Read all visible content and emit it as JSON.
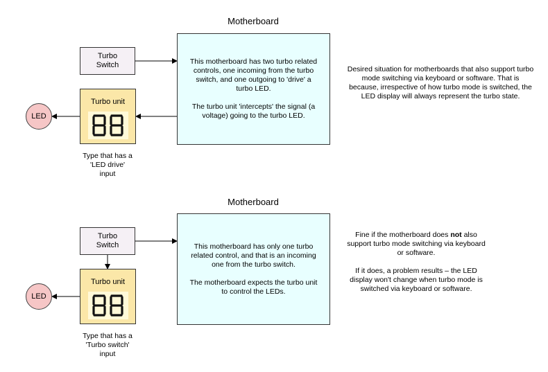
{
  "diagrams": [
    {
      "title": "Motherboard",
      "switch_label_1": "Turbo",
      "switch_label_2": "Switch",
      "unit_label": "Turbo unit",
      "led_label": "LED",
      "mb_text_1": "This motherboard has two turbo related controls, one incoming from the turbo switch, and one outgoing to 'drive' a turbo LED.",
      "mb_text_2": "The turbo unit 'intercepts' the signal (a voltage) going to the turbo LED.",
      "caption_1": "Type that has a",
      "caption_2": "'LED drive'",
      "caption_3": "input",
      "note_1": "Desired situation for motherboards that also support turbo mode switching via keyboard or software. That is because, irrespective of how turbo mode is switched, the LED display will always represent the turbo state."
    },
    {
      "title": "Motherboard",
      "switch_label_1": "Turbo",
      "switch_label_2": "Switch",
      "unit_label": "Turbo unit",
      "led_label": "LED",
      "mb_text_1": "This motherboard has only one turbo related control, and that is an incoming one from the turbo switch.",
      "mb_text_2": "The motherboard expects the turbo unit to control the LEDs.",
      "caption_1": "Type that has a",
      "caption_2": "'Turbo switch'",
      "caption_3": "input",
      "note_1a": "Fine if the motherboard does ",
      "note_1b": "not",
      "note_1c": " also support turbo mode switching via keyboard or software.",
      "note_2": "If it does, a problem results – the LED display won't change when turbo mode is switched via keyboard or software."
    }
  ],
  "colors": {
    "motherboard_fill": "#e8ffff",
    "switch_fill": "#f5f0f5",
    "unit_fill": "#fbe7a8",
    "led_fill": "#f6c6c6",
    "line": "#000000"
  }
}
